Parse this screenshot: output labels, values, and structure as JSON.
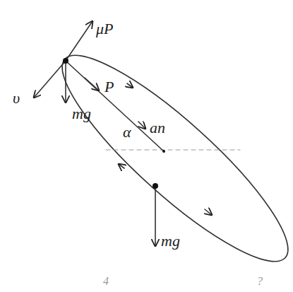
{
  "diagram": {
    "labels": [
      "μP",
      "υ",
      "P",
      "α",
      "an",
      "mg",
      "mg",
      "4",
      "?"
    ]
  }
}
